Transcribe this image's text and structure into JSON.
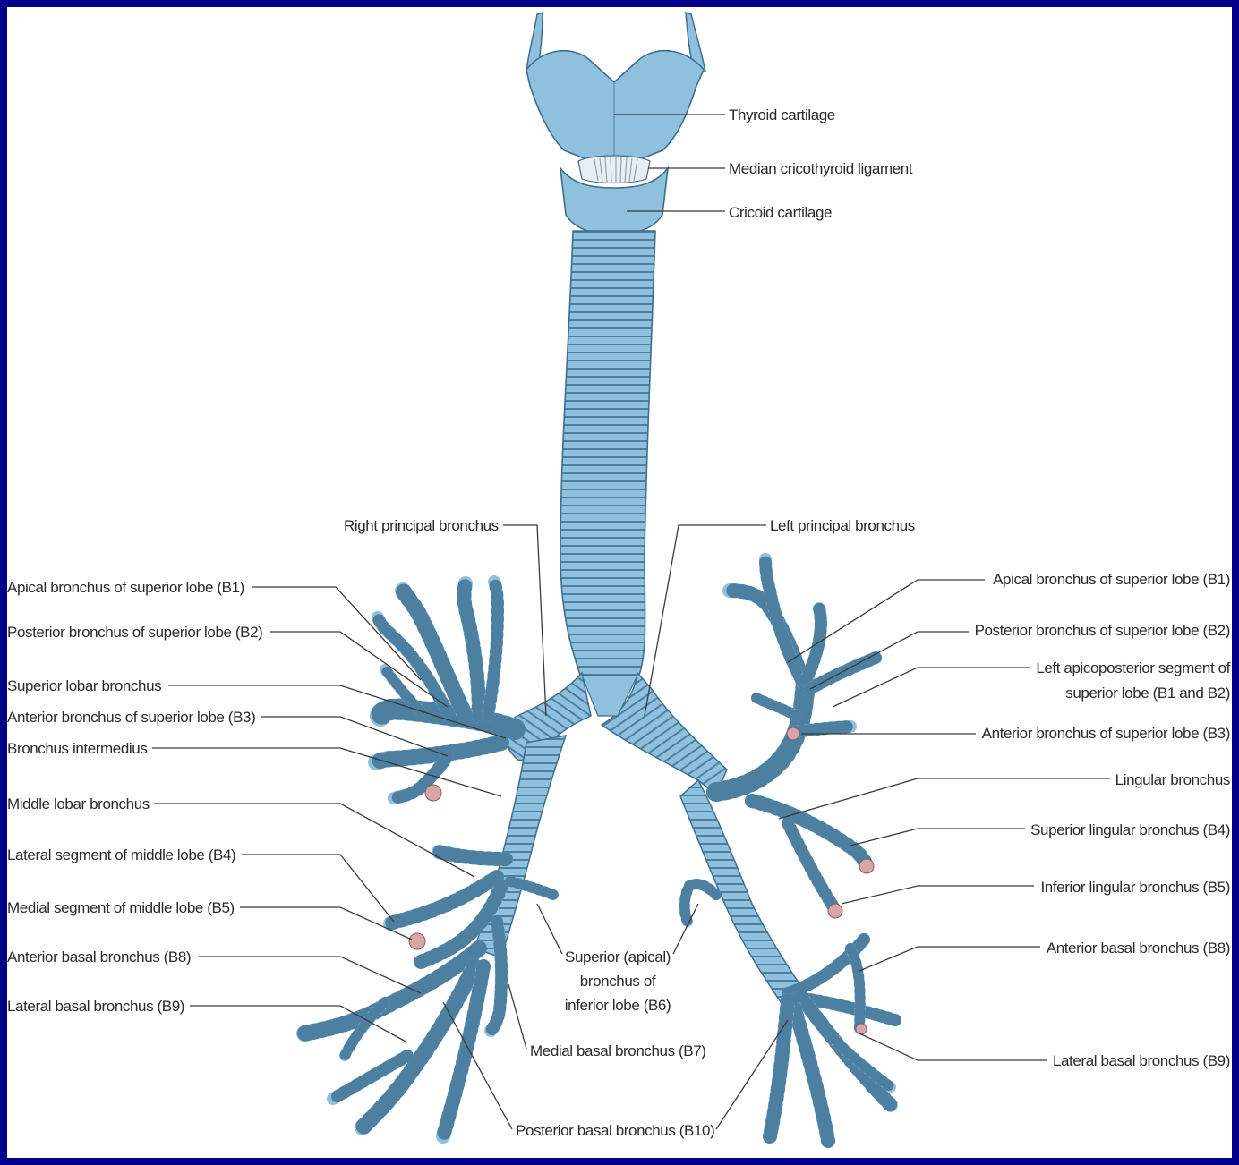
{
  "labels": {
    "thyroid": "Thyroid cartilage",
    "cricothyroid": "Median cricothyroid ligament",
    "cricoid": "Cricoid cartilage",
    "right_principal": "Right principal bronchus",
    "left_principal": "Left principal bronchus",
    "r_apical": "Apical bronchus of superior lobe (B1)",
    "r_posterior": "Posterior bronchus of superior lobe (B2)",
    "r_superior_lobar": "Superior lobar bronchus",
    "r_anterior": "Anterior bronchus of superior lobe (B3)",
    "r_intermedius": "Bronchus intermedius",
    "r_middle_lobar": "Middle lobar bronchus",
    "r_lateral_middle": "Lateral segment of middle lobe (B4)",
    "r_medial_middle": "Medial segment of middle lobe (B5)",
    "r_anterior_basal": "Anterior basal bronchus (B8)",
    "r_lateral_basal": "Lateral basal bronchus (B9)",
    "l_apical": "Apical bronchus of superior lobe (B1)",
    "l_posterior": "Posterior bronchus of superior lobe (B2)",
    "l_apicoposterior_1": "Left apicoposterior segment of",
    "l_apicoposterior_2": "superior lobe (B1 and B2)",
    "l_anterior": "Anterior bronchus of superior lobe (B3)",
    "l_lingular": "Lingular bronchus",
    "l_superior_lingular": "Superior lingular bronchus (B4)",
    "l_inferior_lingular": "Inferior lingular bronchus (B5)",
    "l_anterior_basal": "Anterior basal bronchus (B8)",
    "l_lateral_basal": "Lateral basal bronchus (B9)",
    "superior_apical_1": "Superior (apical)",
    "superior_apical_2": "bronchus of",
    "superior_apical_3": "inferior lobe (B6)",
    "medial_basal": "Medial basal bronchus (B7)",
    "posterior_basal": "Posterior basal bronchus (B10)"
  },
  "colors": {
    "frame": "#00008a",
    "panel": "#ffffff",
    "airway": "#8fc1de",
    "airway_outline": "#3f6f8f",
    "ring": "#4d7fa0",
    "ligament": "#7a9aaa",
    "bud": "#d8a6a6"
  }
}
